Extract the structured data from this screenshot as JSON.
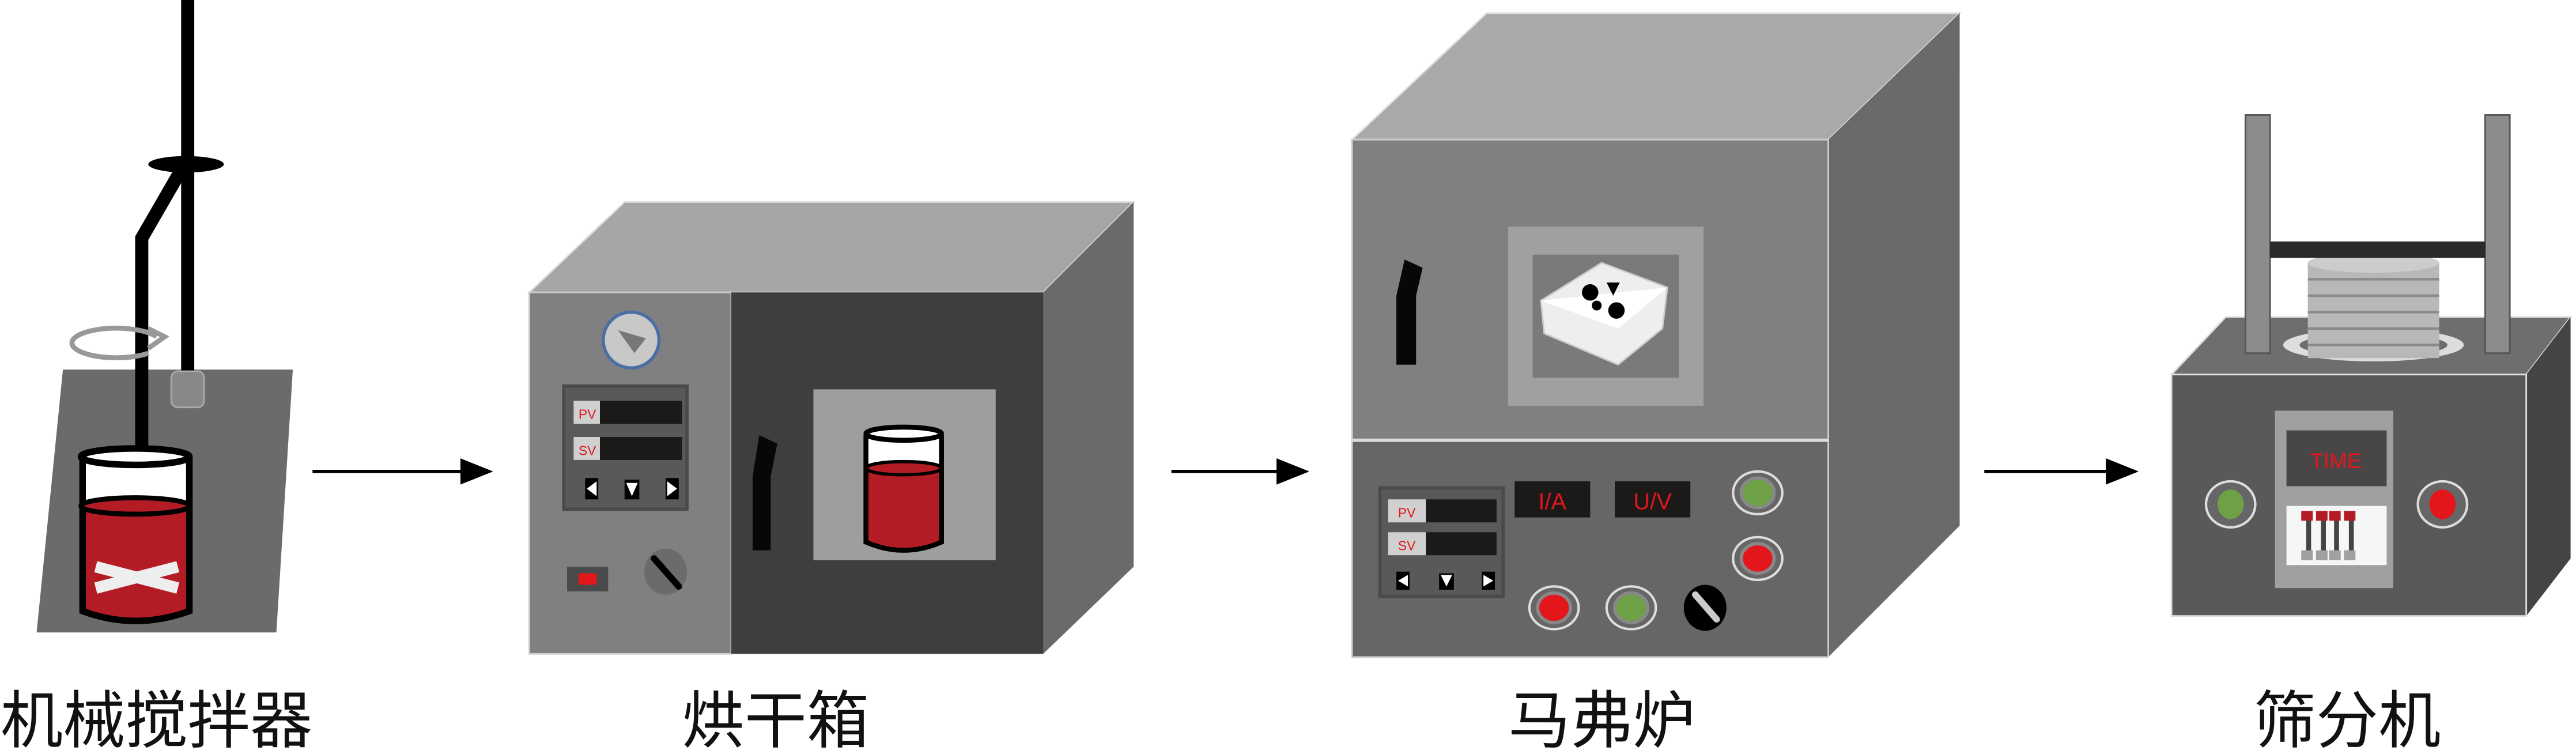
{
  "steps": [
    {
      "label": "机械搅拌器"
    },
    {
      "label": "烘干箱"
    },
    {
      "label": "马弗炉"
    },
    {
      "label": "筛分机"
    }
  ],
  "oven": {
    "pv": "PV",
    "sv": "SV"
  },
  "muffle": {
    "pv": "PV",
    "sv": "SV",
    "current": "I/A",
    "voltage": "U/V"
  },
  "sieve": {
    "display": "TIME"
  },
  "colors": {
    "liquid": "#b31c24",
    "indicator_red": "#e3161b",
    "indicator_green": "#6ea145",
    "display_text": "#e3161b"
  }
}
